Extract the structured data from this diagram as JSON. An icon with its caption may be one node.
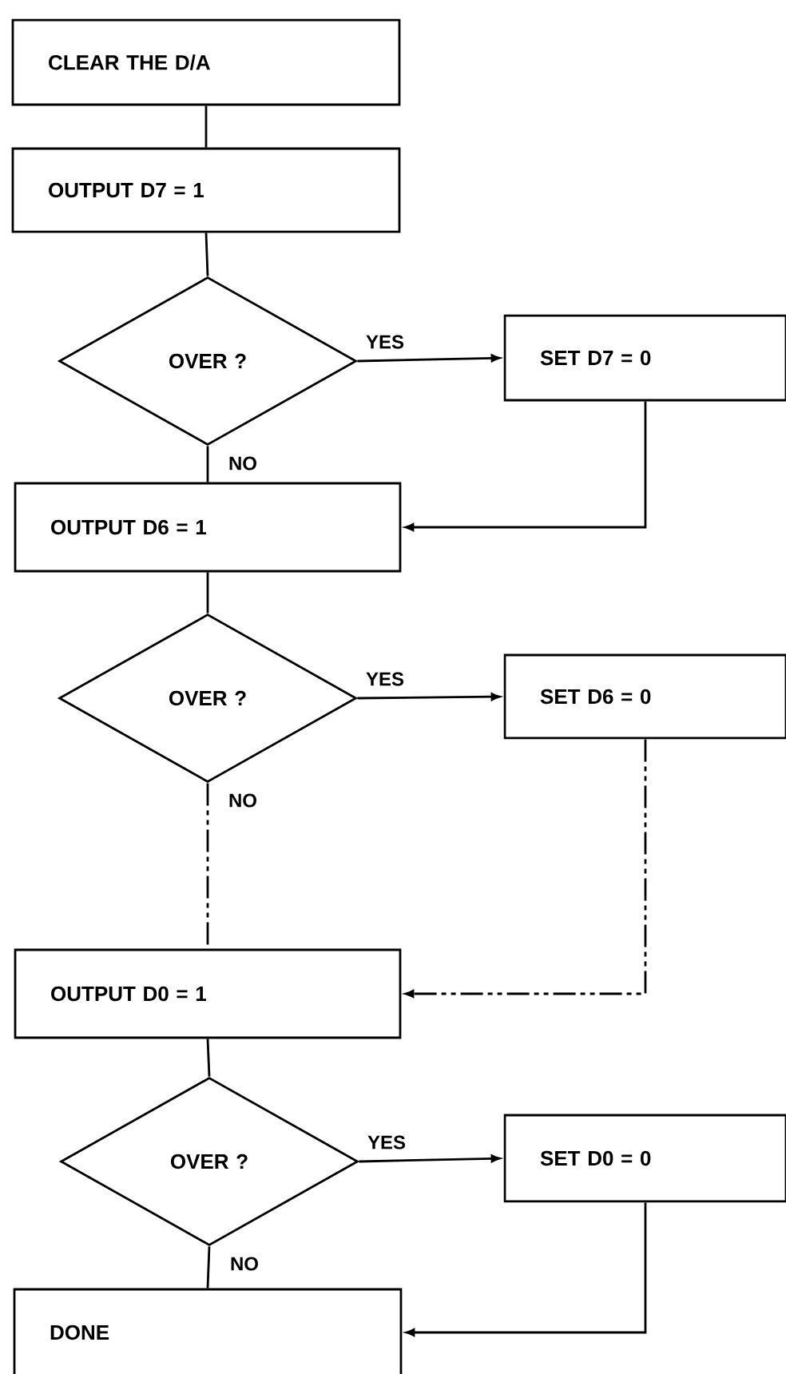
{
  "diagram": {
    "nodes": [
      {
        "text": [
          "CLEAR THE D/A"
        ]
      },
      {
        "text": [
          "OUTPUT D7 = 1"
        ]
      },
      {
        "text": [
          "OVER ?"
        ]
      },
      {
        "text": [
          "SET D7 = 0"
        ]
      },
      {
        "text": [
          "OUTPUT D6 = 1"
        ]
      },
      {
        "text": [
          "OVER ?"
        ]
      },
      {
        "text": [
          "SET D6 = 0"
        ]
      },
      {
        "text": [
          "OUTPUT D0 = 1"
        ]
      },
      {
        "text": [
          "OVER ?"
        ]
      },
      {
        "text": [
          "SET D0 = 0"
        ]
      },
      {
        "text": [
          "DONE"
        ]
      }
    ],
    "edges": [
      {
        "from": 0,
        "to": 1,
        "arrow": "none"
      },
      {
        "from": 1,
        "to": 2,
        "arrow": "none"
      },
      {
        "from": 2,
        "to": 3,
        "arrow": "to",
        "label": "YES"
      },
      {
        "from": 2,
        "to": 4,
        "arrow": "none",
        "label": "NO"
      },
      {
        "from": 3,
        "to": 4,
        "arrow": "to"
      },
      {
        "from": 4,
        "to": 5,
        "arrow": "none"
      },
      {
        "from": 5,
        "to": 6,
        "arrow": "to",
        "label": "YES"
      },
      {
        "from": 5,
        "to": 7,
        "arrow": "none",
        "label": "NO",
        "style": "dashed"
      },
      {
        "from": 6,
        "to": 7,
        "arrow": "to",
        "style": "dashed"
      },
      {
        "from": 7,
        "to": 8,
        "arrow": "none"
      },
      {
        "from": 8,
        "to": 9,
        "arrow": "to",
        "label": "YES"
      },
      {
        "from": 8,
        "to": 10,
        "arrow": "none",
        "label": "NO"
      },
      {
        "from": 9,
        "to": 10,
        "arrow": "to"
      }
    ]
  }
}
